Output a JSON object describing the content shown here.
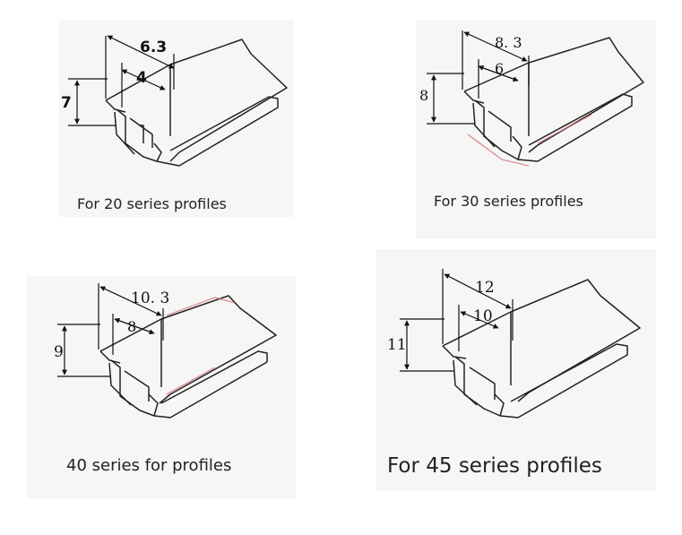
{
  "diagrams": [
    {
      "caption": "For 20 series profiles",
      "dim_total": "6.3",
      "dim_slot": "4",
      "dim_height": "7"
    },
    {
      "caption": "For 30 series profiles",
      "dim_total": "8. 3",
      "dim_slot": "6",
      "dim_height": "8"
    },
    {
      "caption": "40 series for profiles",
      "dim_total": "10. 3",
      "dim_slot": "8",
      "dim_height": "9"
    },
    {
      "caption": "For 45 series profiles",
      "dim_total": "12",
      "dim_slot": "10",
      "dim_height": "11"
    }
  ]
}
